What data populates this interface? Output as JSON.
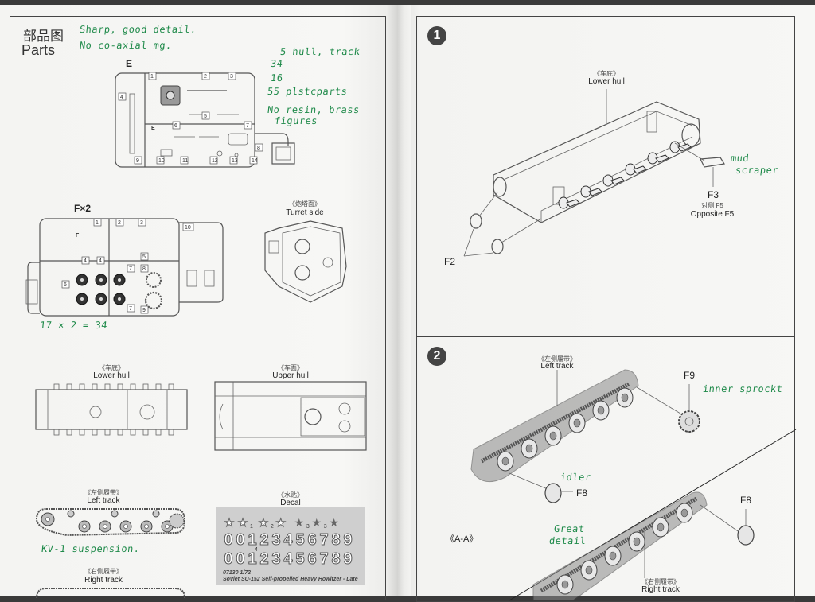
{
  "left_page": {
    "title_cn": "部品图",
    "title_en": "Parts",
    "handwritten_notes": {
      "top_line1": "Sharp, good detail.",
      "top_line2": "No co-axial mg.",
      "tally_line1": "5 hull, track",
      "tally_line2": "34",
      "tally_line3": "16",
      "tally_line4": "55 plstcparts",
      "tally_line5": "No resin, brass",
      "tally_line6": "figures",
      "sprue_f_count": "17 × 2 = 34",
      "suspension": "KV-1 suspension."
    },
    "sprue_e": {
      "letter": "E",
      "parts": [
        "1",
        "2",
        "3",
        "4",
        "5",
        "6",
        "7",
        "8",
        "9",
        "10",
        "11",
        "12",
        "13",
        "14"
      ]
    },
    "sprue_f": {
      "letter": "F×2",
      "tag": "F",
      "parts": [
        "1",
        "2",
        "3",
        "4",
        "4",
        "5",
        "6",
        "7",
        "7",
        "8",
        "9",
        "10"
      ]
    },
    "turret_side": {
      "label_cn": "《炮塔面》",
      "label_en": "Turret side"
    },
    "lower_hull": {
      "label_cn": "《车底》",
      "label_en": "Lower hull"
    },
    "upper_hull": {
      "label_cn": "《车面》",
      "label_en": "Upper hull"
    },
    "left_track": {
      "label_cn": "《左侧履带》",
      "label_en": "Left track"
    },
    "right_track": {
      "label_cn": "《右侧履带》",
      "label_en": "Right track"
    },
    "decal": {
      "label_cn": "《水贴》",
      "label_en": "Decal",
      "star_subs": [
        "1",
        "2",
        "3",
        "3"
      ],
      "digits_row1": [
        "0",
        "0",
        "1",
        "2",
        "3",
        "4",
        "5",
        "6",
        "7",
        "8",
        "9"
      ],
      "digits_row2": [
        "0",
        "0",
        "1",
        "2",
        "3",
        "4",
        "5",
        "6",
        "7",
        "8",
        "9"
      ],
      "row_sub": "4",
      "caption_line1": "07130 1/72",
      "caption_line2": "Soviet SU-152 Self-propelled Heavy Howitzer - Late"
    }
  },
  "right_page": {
    "step1": {
      "number": "1",
      "lower_hull_cn": "《车底》",
      "lower_hull_en": "Lower hull",
      "callout_f3": "F3",
      "callout_f5_cn": "对侧 F5",
      "callout_f5_en": "Opposite F5",
      "callout_f2": "F2",
      "note_mud": "mud",
      "note_scraper": "scraper"
    },
    "step2": {
      "number": "2",
      "left_track_cn": "《左侧履带》",
      "left_track_en": "Left track",
      "callout_f9": "F9",
      "note_inner_sprocket": "inner sprockt",
      "note_idler": "idler",
      "callout_f8_a": "F8",
      "section_label": "《A-A》",
      "note_great": "Great",
      "note_detail": "detail",
      "callout_f8_b": "F8",
      "right_track_cn": "《右侧履带》",
      "right_track_en": "Right track"
    }
  }
}
